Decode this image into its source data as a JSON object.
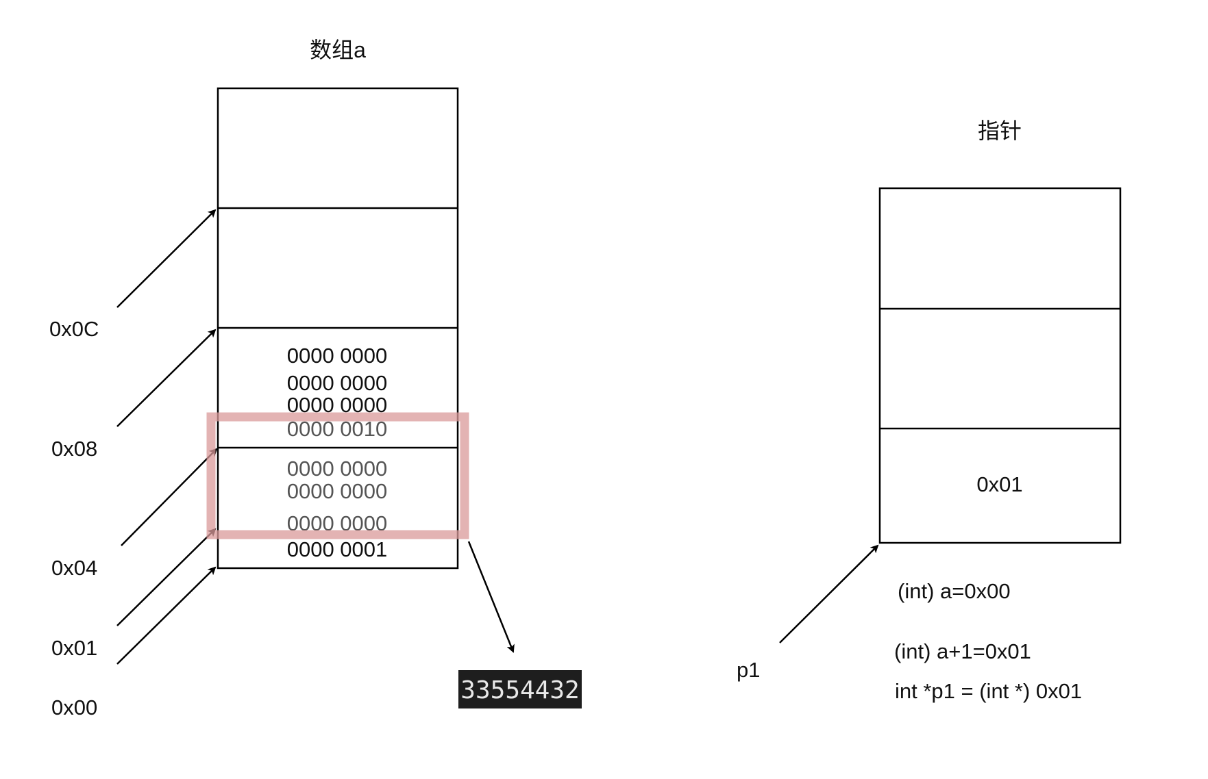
{
  "array_a": {
    "title": "数组a",
    "bytes": [
      {
        "text": "0000 0000",
        "dim": false
      },
      {
        "text": "0000 0000",
        "dim": false
      },
      {
        "text": "0000 0000",
        "dim": false
      },
      {
        "text": "0000 0010",
        "dim": true
      },
      {
        "text": "0000 0000",
        "dim": true
      },
      {
        "text": "0000 0000",
        "dim": true
      },
      {
        "text": "0000 0000",
        "dim": true
      },
      {
        "text": "0000 0001",
        "dim": false
      }
    ],
    "addresses": [
      "0x0C",
      "0x08",
      "0x04",
      "0x01",
      "0x00"
    ]
  },
  "highlight": {
    "color": "#d99a9a",
    "result_value": "33554432",
    "result_bg": "#1e1e1e"
  },
  "pointer": {
    "title": "指针",
    "cell_value": "0x01",
    "label": "p1",
    "notes": [
      "(int) a=0x00",
      "(int) a+1=0x01",
      "int *p1 = (int *) 0x01"
    ]
  }
}
